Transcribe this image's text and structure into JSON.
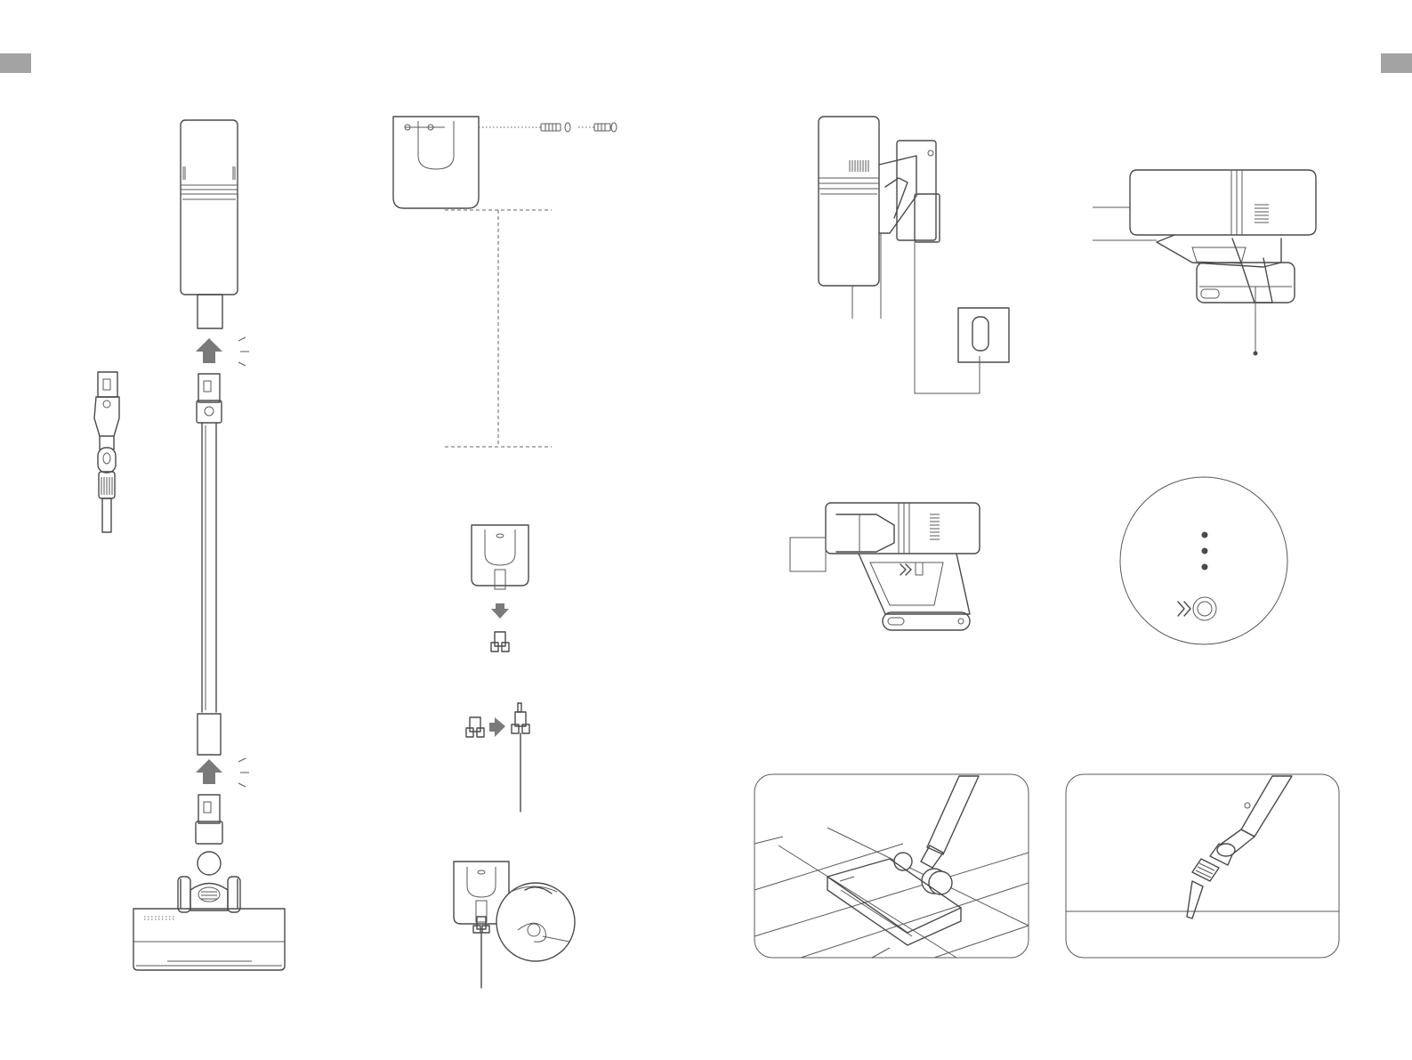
{
  "page": {
    "left_tab_label": "",
    "right_tab_label": ""
  },
  "colors": {
    "tab": "#a3a3a3",
    "line": "#4a4a4a",
    "arrow": "#7a7a7a",
    "background": "#ffffff"
  },
  "figures": [
    {
      "id": "fig-assembly",
      "icon": "vacuum-assembly-illustration"
    },
    {
      "id": "fig-crevice-tool",
      "icon": "crevice-brush-tool-illustration"
    },
    {
      "id": "fig-wall-mount",
      "icon": "wall-mount-bracket-illustration"
    },
    {
      "id": "fig-charger-clip",
      "icon": "charger-clip-illustration"
    },
    {
      "id": "fig-cable-routing",
      "icon": "charging-cable-routing-illustration"
    },
    {
      "id": "fig-charging-on-mount",
      "icon": "vacuum-charging-on-wall-mount-illustration"
    },
    {
      "id": "fig-charging-direct",
      "icon": "vacuum-charging-direct-illustration"
    },
    {
      "id": "fig-power-button",
      "icon": "power-button-illustration"
    },
    {
      "id": "fig-indicator-detail",
      "icon": "indicator-lights-detail-illustration"
    },
    {
      "id": "fig-floor-cleaning",
      "icon": "floor-cleaning-scene-illustration"
    },
    {
      "id": "fig-crevice-cleaning",
      "icon": "crevice-cleaning-scene-illustration"
    }
  ]
}
